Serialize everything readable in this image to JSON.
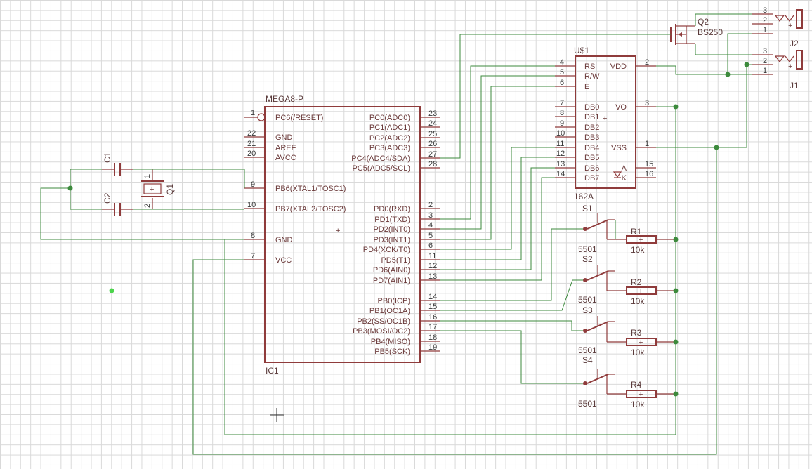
{
  "schematic": {
    "ic1": {
      "value": "MEGA8-P",
      "name": "IC1",
      "left_pins": [
        {
          "num": "1",
          "label": "PC6(/RESET)"
        },
        {
          "num": "22",
          "label": "GND"
        },
        {
          "num": "21",
          "label": "AREF"
        },
        {
          "num": "20",
          "label": "AVCC"
        },
        {
          "num": "9",
          "label": "PB6(XTAL1/TOSC1)"
        },
        {
          "num": "10",
          "label": "PB7(XTAL2/TOSC2)"
        },
        {
          "num": "8",
          "label": "GND"
        },
        {
          "num": "7",
          "label": "VCC"
        }
      ],
      "right_pins": [
        {
          "num": "23",
          "label": "PC0(ADC0)"
        },
        {
          "num": "24",
          "label": "PC1(ADC1)"
        },
        {
          "num": "25",
          "label": "PC2(ADC2)"
        },
        {
          "num": "26",
          "label": "PC3(ADC3)"
        },
        {
          "num": "27",
          "label": "PC4(ADC4/SDA)"
        },
        {
          "num": "28",
          "label": "PC5(ADC5/SCL)"
        },
        {
          "num": "2",
          "label": "PD0(RXD)"
        },
        {
          "num": "3",
          "label": "PD1(TXD)"
        },
        {
          "num": "4",
          "label": "PD2(INT0)"
        },
        {
          "num": "5",
          "label": "PD3(INT1)"
        },
        {
          "num": "6",
          "label": "PD4(XCK/T0)"
        },
        {
          "num": "11",
          "label": "PD5(T1)"
        },
        {
          "num": "12",
          "label": "PD6(AIN0)"
        },
        {
          "num": "13",
          "label": "PD7(AIN1)"
        },
        {
          "num": "14",
          "label": "PB0(ICP)"
        },
        {
          "num": "15",
          "label": "PB1(OC1A)"
        },
        {
          "num": "16",
          "label": "PB2(SS/OC1B)"
        },
        {
          "num": "17",
          "label": "PB3(MOSI/OC2)"
        },
        {
          "num": "18",
          "label": "PB4(MISO)"
        },
        {
          "num": "19",
          "label": "PB5(SCK)"
        }
      ]
    },
    "lcd": {
      "name": "U$1",
      "value": "162A",
      "left_pins": [
        {
          "num": "4",
          "label": "RS"
        },
        {
          "num": "5",
          "label": "R/W"
        },
        {
          "num": "6",
          "label": "E"
        },
        {
          "num": "7",
          "label": "DB0"
        },
        {
          "num": "8",
          "label": "DB1"
        },
        {
          "num": "9",
          "label": "DB2"
        },
        {
          "num": "10",
          "label": "DB3"
        },
        {
          "num": "11",
          "label": "DB4"
        },
        {
          "num": "12",
          "label": "DB5"
        },
        {
          "num": "13",
          "label": "DB6"
        },
        {
          "num": "14",
          "label": "DB7"
        }
      ],
      "right_pins": [
        {
          "num": "2",
          "label": "VDD"
        },
        {
          "num": "3",
          "label": "VO"
        },
        {
          "num": "1",
          "label": "VSS"
        },
        {
          "num": "15",
          "label": "A"
        },
        {
          "num": "16",
          "label": "K"
        }
      ]
    },
    "capacitors": [
      {
        "name": "C1"
      },
      {
        "name": "C2"
      }
    ],
    "crystal": {
      "name": "Q1",
      "pin1": "1",
      "pin2": "2"
    },
    "mosfet": {
      "name": "Q2",
      "value": "BS250"
    },
    "connectors": [
      {
        "name": "J2",
        "pins": [
          "3",
          "2",
          "1"
        ]
      },
      {
        "name": "J1",
        "pins": [
          "3",
          "2",
          "1"
        ]
      }
    ],
    "switches": [
      {
        "name": "S1",
        "value": "5501"
      },
      {
        "name": "S2",
        "value": "5501"
      },
      {
        "name": "S3",
        "value": "5501"
      },
      {
        "name": "S4",
        "value": "5501"
      }
    ],
    "resistors": [
      {
        "name": "R1",
        "value": "10k"
      },
      {
        "name": "R2",
        "value": "10k"
      },
      {
        "name": "R3",
        "value": "10k"
      },
      {
        "name": "R4",
        "value": "10k"
      }
    ],
    "colors": {
      "symbol": "#8f3b3b",
      "net": "#3c8a3c",
      "grid": "#d9d9d9"
    }
  }
}
